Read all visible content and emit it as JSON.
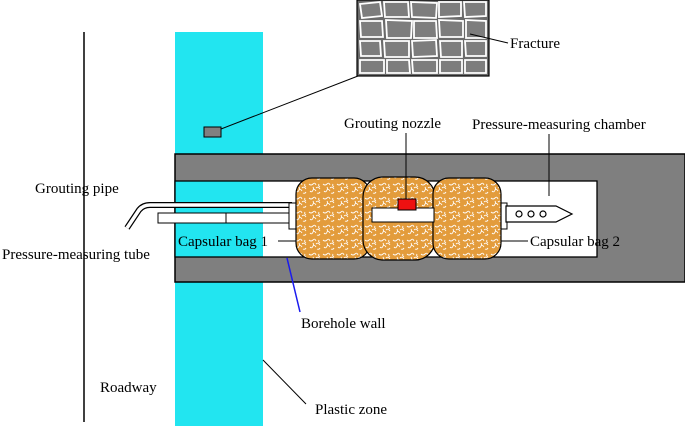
{
  "labels": {
    "fracture": "Fracture",
    "grouting_nozzle": "Grouting nozzle",
    "pressure_measuring_chamber": "Pressure-measuring chamber",
    "grouting_pipe": "Grouting pipe",
    "pressure_measuring_tube": "Pressure-measuring tube",
    "capsular_bag_1": "Capsular bag 1",
    "capsular_bag_2": "Capsular bag 2",
    "borehole_wall": "Borehole wall",
    "roadway": "Roadway",
    "plastic_zone": "Plastic zone"
  },
  "colors": {
    "plastic_zone": "#22e5f0",
    "rock": "#7f7f7f",
    "capsule": "#e09a3a",
    "nozzle": "#ee1111",
    "borehole_wall_line": "#1a1aee"
  }
}
